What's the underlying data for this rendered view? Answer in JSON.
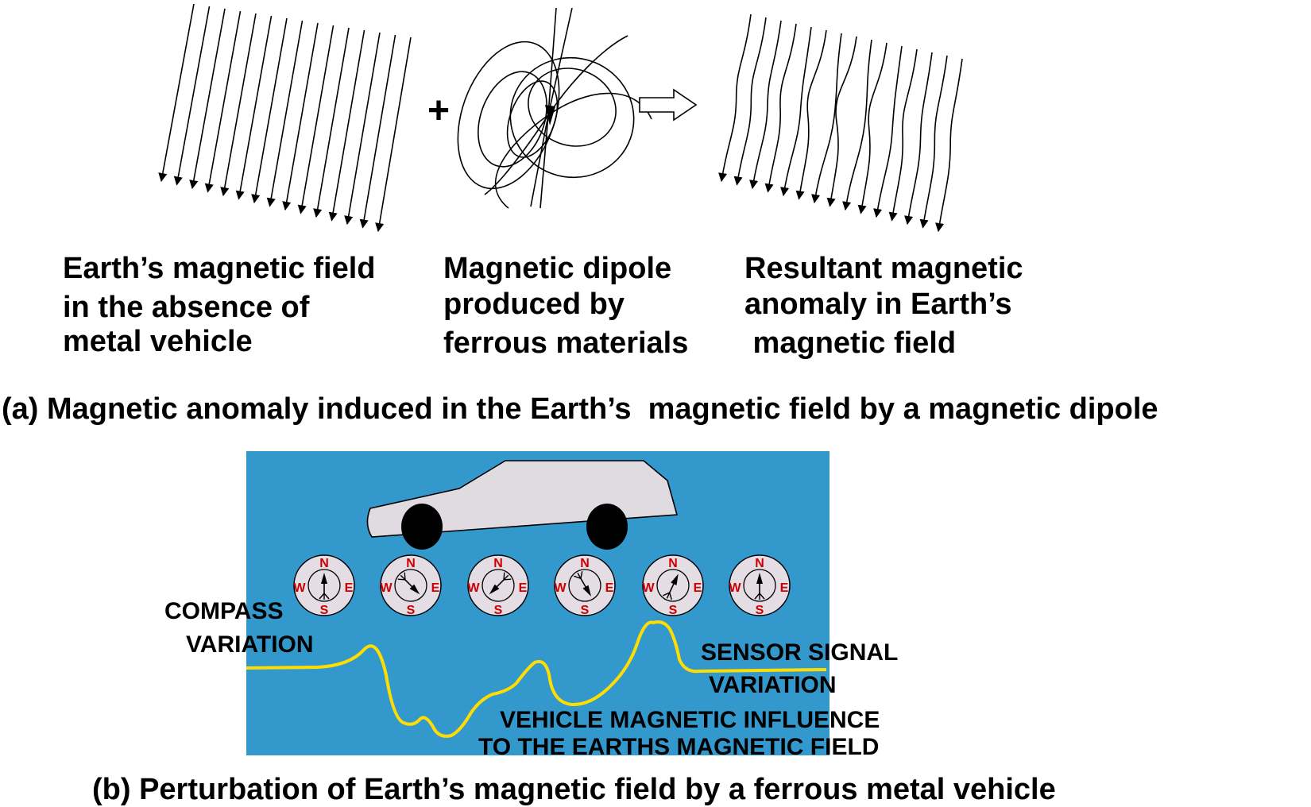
{
  "panel_a": {
    "plus_sign": "+",
    "labels": {
      "earth_field": [
        "Earth’s magnetic field",
        "in the absence of",
        "metal vehicle"
      ],
      "dipole": [
        "Magnetic dipole",
        "produced by",
        "ferrous materials"
      ],
      "resultant": [
        "Resultant magnetic",
        "anomaly in Earth’s",
        " magnetic field"
      ]
    },
    "caption": "(a) Magnetic anomaly induced in the Earth’s  magnetic field by a magnetic dipole"
  },
  "panel_b": {
    "background_color": "#3399cc",
    "signal_color": "#ffdd00",
    "car_color": "#e0dbe0",
    "compass_needle_directions_deg": [
      0,
      135,
      225,
      150,
      25,
      0
    ],
    "compass": {
      "n": "N",
      "e": "E",
      "s": "S",
      "w": "W"
    },
    "labels": {
      "compass_variation": [
        "COMPASS",
        "VARIATION"
      ],
      "sensor_signal": [
        "SENSOR SIGNAL",
        "VARIATION"
      ],
      "vehicle_influence": [
        "VEHICLE MAGNETIC INFLUENCE",
        "TO THE EARTHS MAGNETIC FIELD"
      ]
    },
    "caption": "(b) Perturbation of Earth’s magnetic field by a ferrous metal vehicle"
  }
}
